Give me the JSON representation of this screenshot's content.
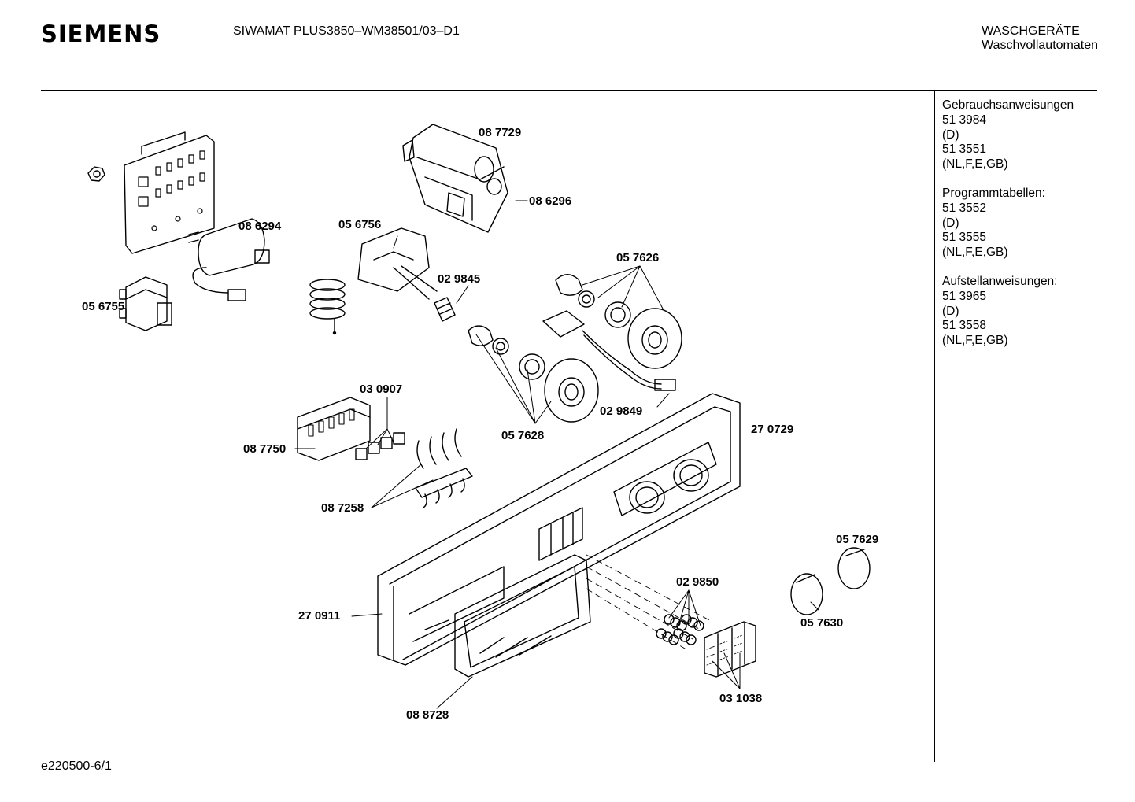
{
  "header": {
    "brand": "SIEMENS",
    "model": "SIWAMAT PLUS3850–WM38501/03–D1",
    "category_line1": "WASCHGERÄTE",
    "category_line2": "Waschvollautomaten"
  },
  "sidebar": {
    "groups": [
      {
        "title": "Gebrauchsanweisungen",
        "lines": [
          "51 3984",
          "(D)",
          "51 3551",
          "(NL,F,E,GB)"
        ]
      },
      {
        "title": "Programmtabellen:",
        "lines": [
          "51 3552",
          "(D)",
          "51 3555",
          "(NL,F,E,GB)"
        ]
      },
      {
        "title": "Aufstellanweisungen:",
        "lines": [
          "51 3965",
          "(D)",
          "51 3558",
          "(NL,F,E,GB)"
        ]
      }
    ]
  },
  "part_labels": {
    "p087729": "08 7729",
    "p086296": "08 6296",
    "p086294": "08 6294",
    "p056756": "05 6756",
    "p057626": "05 7626",
    "p029845": "02 9845",
    "p056755": "05 6755",
    "p030907": "03 0907",
    "p029849": "02 9849",
    "p270729": "27 0729",
    "p057628": "05 7628",
    "p087750": "08 7750",
    "p087258": "08 7258",
    "p057629": "05 7629",
    "p029850": "02 9850",
    "p270911": "27 0911",
    "p057630": "05 7630",
    "p031038": "03 1038",
    "p088728": "08 8728"
  },
  "footer": {
    "code": "e220500-6/1"
  }
}
